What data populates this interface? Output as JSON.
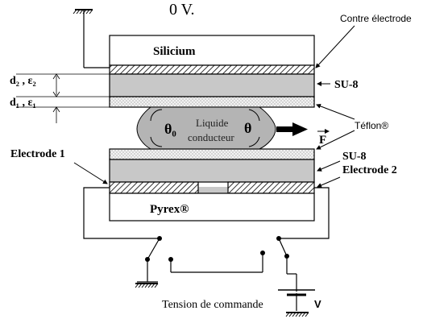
{
  "top_fragment": "0 V.",
  "labels": {
    "contre_electrode": "Contre électrode",
    "silicium": "Silicium",
    "su8_top": "SU-8",
    "d2_eps2": "d₂ , ε₂",
    "d1_eps1": "d₁ , ε₁",
    "teflon": "Téflon®",
    "theta0": "θ₀",
    "liquide": "Liquide",
    "conducteur": "conducteur",
    "theta": "θ",
    "force": "F",
    "su8_bottom": "SU-8",
    "electrode1": "Electrode 1",
    "electrode2": "Electrode 2",
    "pyrex": "Pyrex®",
    "tension": "Tension de commande",
    "voltage": "V"
  },
  "colors": {
    "line": "#000000",
    "su8_fill": "#c8c8c8",
    "drop_fill": "#b4b4b4",
    "background": "#ffffff"
  }
}
